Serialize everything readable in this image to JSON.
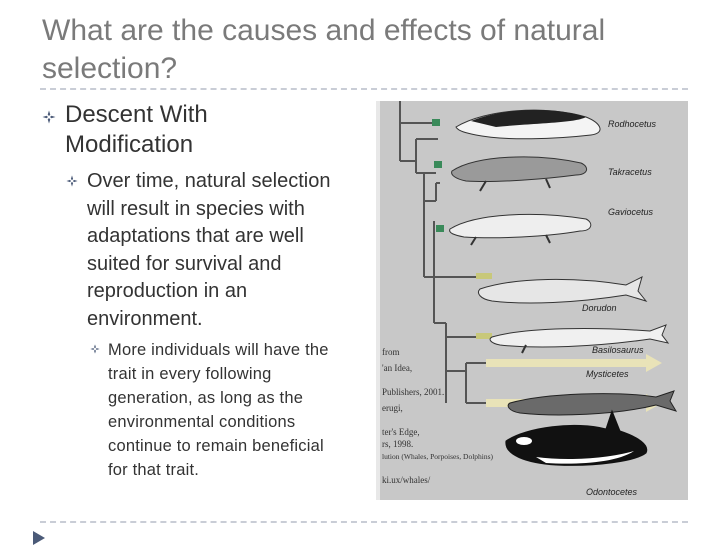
{
  "slide": {
    "title": "What are the causes and effects of natural selection?",
    "bullets": {
      "level1": "Descent With Modification",
      "level2": "Over time, natural selection will result in species with adaptations that are well suited for survival and reproduction in an environment.",
      "level3": "More individuals will have the trait in every following generation, as long as the environmental conditions continue to remain beneficial for that trait."
    }
  },
  "figure": {
    "species": [
      "Rodhocetus",
      "Takracetus",
      "Gaviocetus",
      "Dorudon",
      "Basilosaurus",
      "Mysticetes",
      "Odontocetes"
    ],
    "credit_lines": [
      "from",
      "'an Idea,",
      "Publishers, 2001.",
      "erugi,",
      "ter's Edge,",
      "rs, 1998.",
      "lution (Whales, Porpoises, Dolphins)",
      "ki.ux/whales/"
    ]
  },
  "colors": {
    "title": "#7a7a7a",
    "bullet": "#4b5a78",
    "figure_bg": "#c8c8c8",
    "tree_line": "#555555",
    "node_green": "#3a8a5a",
    "bar_yellow": "#c8c87a"
  }
}
